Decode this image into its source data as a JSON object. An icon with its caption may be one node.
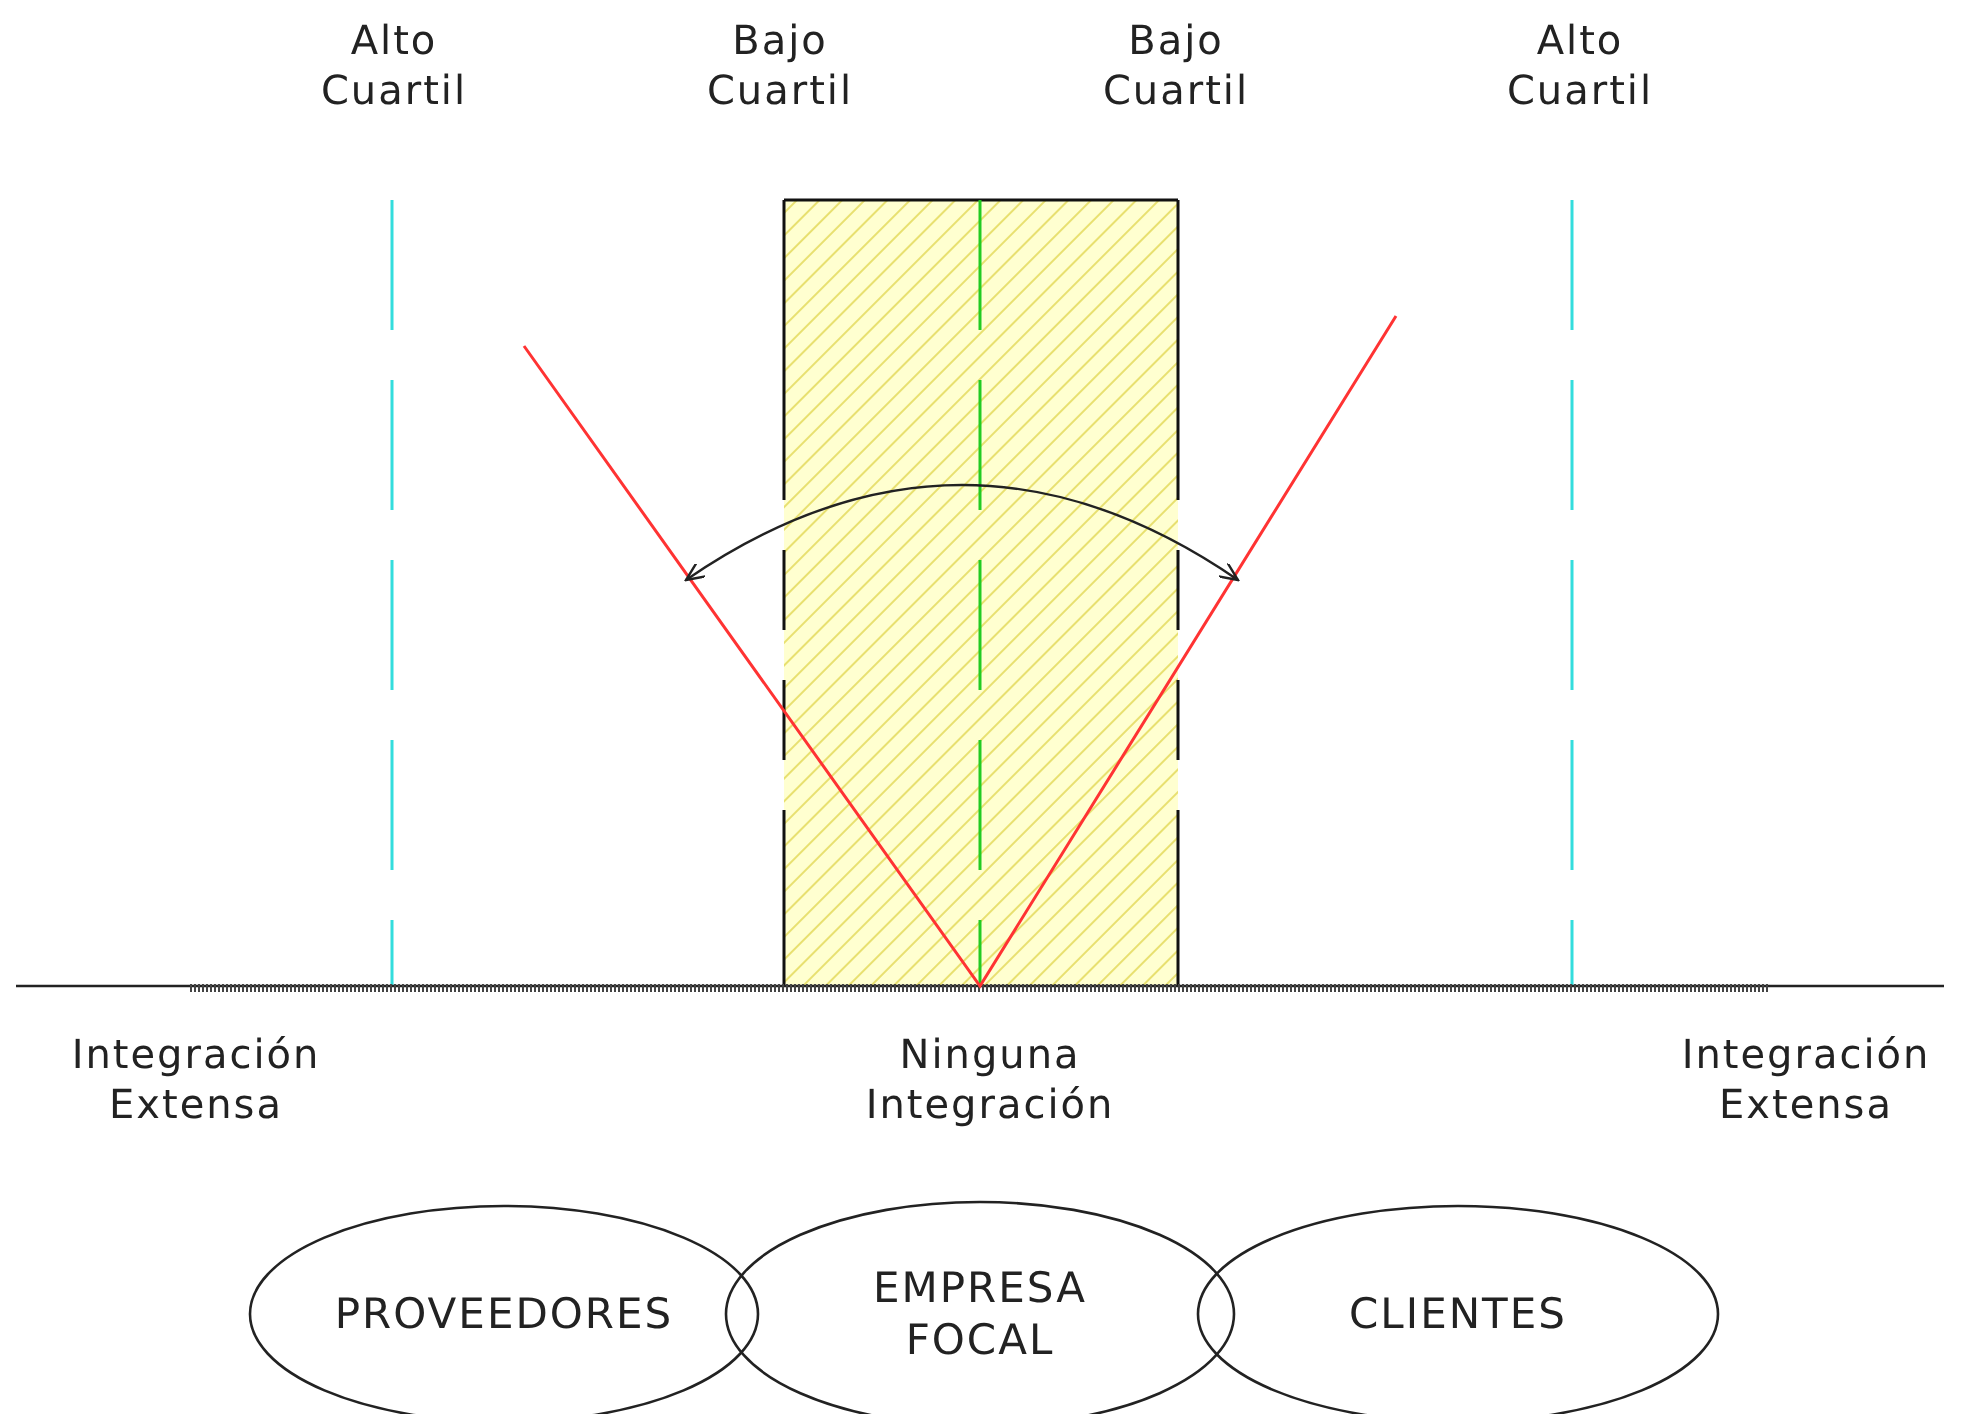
{
  "diagram": {
    "nodes": [
      {
        "text": [
          "PROVEEDORES"
        ]
      },
      {
        "text": [
          "EMPRESA FOCAL"
        ]
      },
      {
        "text": [
          "CLIENTES"
        ]
      }
    ],
    "edges": [],
    "labels": [
      "Alto Cuartil",
      "Bajo Cuartil",
      "Bajo Cuartil",
      "Alto Cuartil",
      "Integración Extensa",
      "Ninguna Integración",
      "Integración Extensa"
    ]
  }
}
